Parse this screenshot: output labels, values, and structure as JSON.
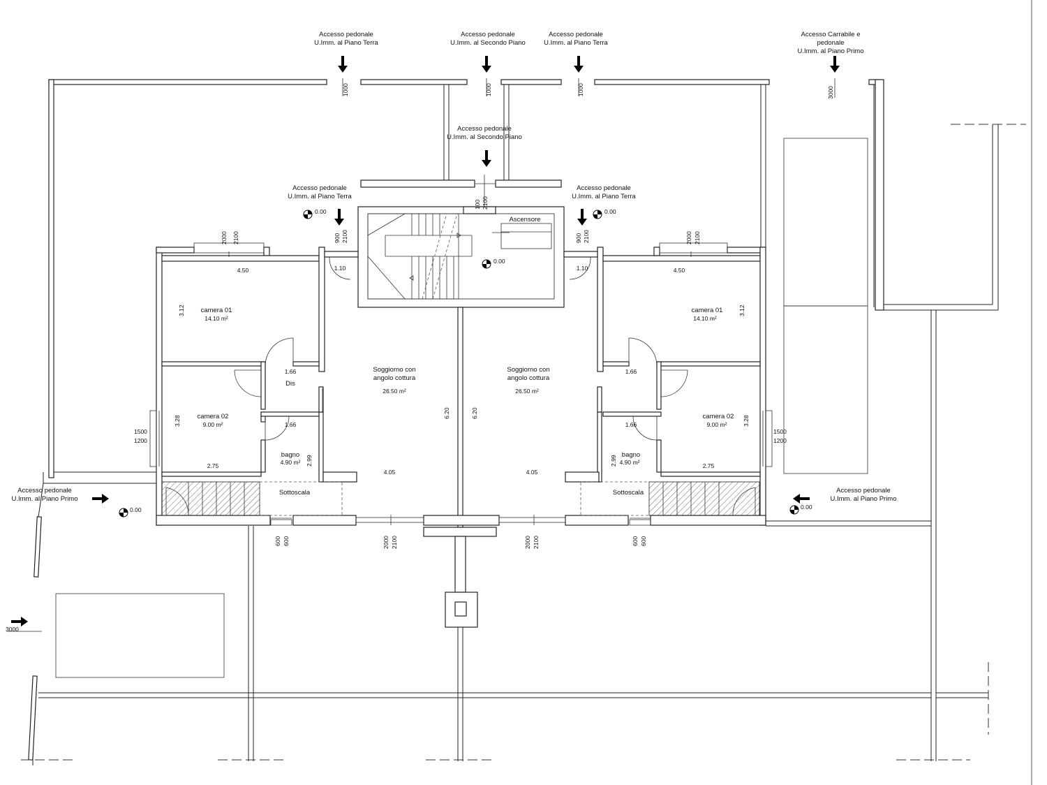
{
  "access": {
    "top1": {
      "line1": "Accesso pedonale",
      "line2": "U.Imm. al Piano Terra",
      "dim": "1000"
    },
    "top2": {
      "line1": "Accesso pedonale",
      "line2": "U.Imm. al Secondo Piano",
      "dim": "1000"
    },
    "top3": {
      "line1": "Accesso pedonale",
      "line2": "U.Imm. al Piano Terra",
      "dim": "1000"
    },
    "top4": {
      "line1": "Accesso Carrabile e",
      "line2": "pedonale",
      "line3": "U.Imm. al Piano Primo",
      "dim": "3000"
    },
    "mid": {
      "line1": "Accesso pedonale",
      "line2": "U.Imm. al Secondo Piano",
      "dim1": "100",
      "dim2": "2100"
    },
    "left_pt": {
      "line1": "Accesso pedonale",
      "line2": "U.Imm. al Piano Terra",
      "dim1": "900",
      "dim2": "2100"
    },
    "right_pt": {
      "line1": "Accesso pedonale",
      "line2": "U.Imm. al Piano Terra",
      "dim1": "900",
      "dim2": "2100"
    },
    "left_pp": {
      "line1": "Accesso pedonale",
      "line2": "U.Imm. al Piano Primo"
    },
    "right_pp": {
      "line1": "Accesso pedonale",
      "line2": "U.Imm. al Piano Primo"
    },
    "bottom_left_dim": "3000"
  },
  "levels": {
    "left_entry": "0.00",
    "right_entry": "0.00",
    "stair": "0.00",
    "left_pp": "0.00",
    "right_pp": "0.00"
  },
  "core": {
    "elevator": "Ascensore"
  },
  "left_unit": {
    "camera01": {
      "name": "camera 01",
      "area": "14.10 m²",
      "width": "4.50",
      "depth": "3.12",
      "win1": "2000",
      "win2": "2100"
    },
    "camera02": {
      "name": "camera 02",
      "area": "9.00 m²",
      "width": "2.75",
      "depth": "3.28",
      "win1": "1500",
      "win2": "1200"
    },
    "dis": {
      "name": "Dis",
      "dim": "1.66"
    },
    "bagno": {
      "name": "bagno",
      "area": "4.90 m²",
      "width": "1.66",
      "depth": "2.99"
    },
    "sottoscala": "Sottoscala",
    "soggiorno": {
      "line1": "Soggiorno con",
      "line2": "angolo cottura",
      "area": "26.50 m²",
      "width": "4.05",
      "depth": "6.20"
    },
    "door_dim": "1.10",
    "bottom_win": {
      "a": "600",
      "b": "600"
    },
    "living_win": {
      "a": "2000",
      "b": "2100"
    }
  },
  "right_unit": {
    "camera01": {
      "name": "camera 01",
      "area": "14.10 m²",
      "width": "4.50",
      "depth": "3.12",
      "win1": "2000",
      "win2": "2100"
    },
    "camera02": {
      "name": "camera 02",
      "area": "9.00 m²",
      "width": "2.75",
      "depth": "3.28",
      "win1": "1500",
      "win2": "1200"
    },
    "dis": {
      "dim": "1.66"
    },
    "bagno": {
      "name": "bagno",
      "area": "4.90 m²",
      "width": "1.66",
      "depth": "2.99"
    },
    "sottoscala": "Sottoscala",
    "soggiorno": {
      "line1": "Soggiorno con",
      "line2": "angolo cottura",
      "area": "26.50 m²",
      "width": "4.05",
      "depth": "6.20"
    },
    "door_dim": "1.10",
    "bottom_win": {
      "a": "600",
      "b": "600"
    },
    "living_win": {
      "a": "2000",
      "b": "2100"
    }
  }
}
